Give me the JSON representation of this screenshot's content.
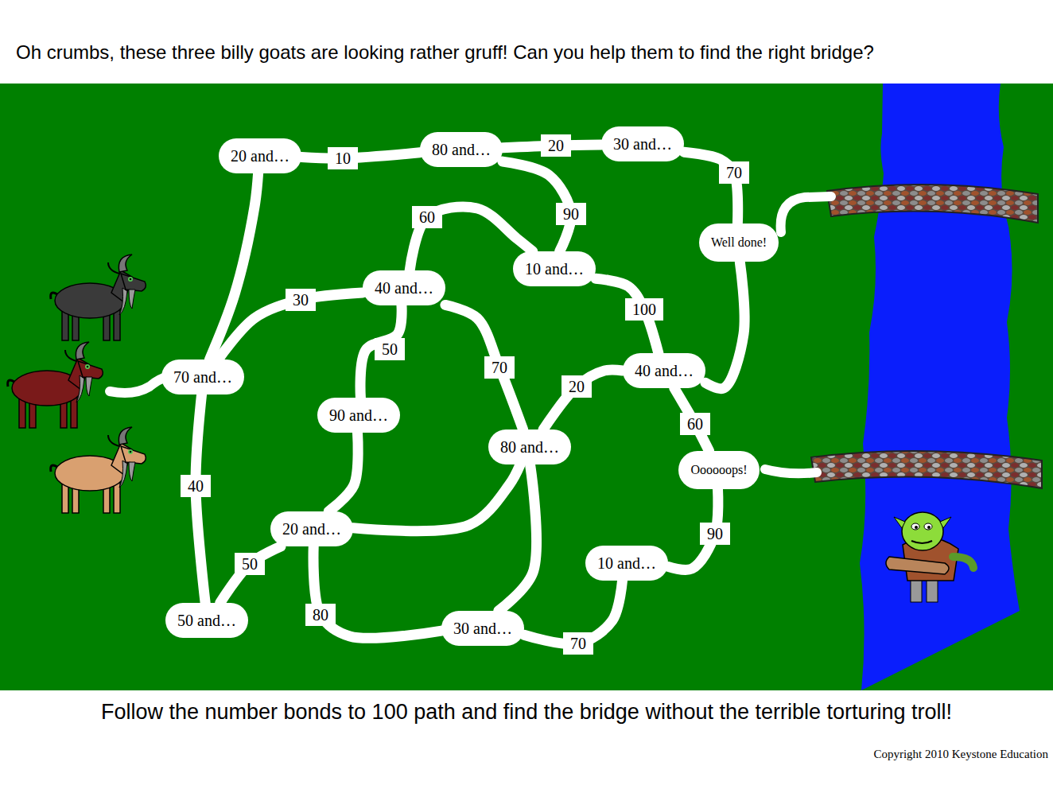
{
  "diagram": {
    "title": "Oh crumbs, these three billy goats are looking rather gruff!  Can you help them to find the right bridge?",
    "caption": "Follow the number bonds to 100 path and find the bridge without the terrible torturing troll!",
    "nodes": [
      {
        "text": [
          "20 and…"
        ]
      },
      {
        "text": [
          "80 and…"
        ]
      },
      {
        "text": [
          "30 and…"
        ]
      },
      {
        "text": [
          "Well done!"
        ]
      },
      {
        "text": [
          "10 and…"
        ]
      },
      {
        "text": [
          "40 and…"
        ]
      },
      {
        "text": [
          "40 and…"
        ]
      },
      {
        "text": [
          "70 and…"
        ]
      },
      {
        "text": [
          "90 and…"
        ]
      },
      {
        "text": [
          "80 and…"
        ]
      },
      {
        "text": [
          "Oooooops!"
        ]
      },
      {
        "text": [
          "20 and…"
        ]
      },
      {
        "text": [
          "10 and…"
        ]
      },
      {
        "text": [
          "50 and…"
        ]
      },
      {
        "text": [
          "30 and…"
        ]
      }
    ],
    "edges": [
      {
        "from": 0,
        "to": 1,
        "arrow": "none",
        "label": "10"
      },
      {
        "from": 1,
        "to": 2,
        "arrow": "none",
        "label": "20"
      },
      {
        "from": 2,
        "to": 3,
        "arrow": "none",
        "label": "70"
      },
      {
        "from": 1,
        "to": 4,
        "arrow": "none",
        "label": "90"
      },
      {
        "from": 5,
        "to": 4,
        "arrow": "none",
        "label": "60"
      },
      {
        "from": 4,
        "to": 6,
        "arrow": "none",
        "label": "100"
      },
      {
        "from": 6,
        "to": 3,
        "arrow": "none"
      },
      {
        "from": 6,
        "to": 10,
        "arrow": "none",
        "label": "60"
      },
      {
        "from": 7,
        "to": 5,
        "arrow": "none",
        "label": "30"
      },
      {
        "from": 7,
        "to": 13,
        "arrow": "none",
        "label": "40"
      },
      {
        "from": 7,
        "to": 0,
        "arrow": "none"
      },
      {
        "from": 5,
        "to": 8,
        "arrow": "none",
        "label": "50"
      },
      {
        "from": 5,
        "to": 9,
        "arrow": "none",
        "label": "70"
      },
      {
        "from": 9,
        "to": 6,
        "arrow": "none",
        "label": "20"
      },
      {
        "from": 8,
        "to": 11,
        "arrow": "none"
      },
      {
        "from": 11,
        "to": 13,
        "arrow": "none",
        "label": "50"
      },
      {
        "from": 11,
        "to": 9,
        "arrow": "none"
      },
      {
        "from": 11,
        "to": 14,
        "arrow": "none",
        "label": "80"
      },
      {
        "from": 14,
        "to": 9,
        "arrow": "none"
      },
      {
        "from": 14,
        "to": 12,
        "arrow": "none",
        "label": "70"
      },
      {
        "from": 12,
        "to": 10,
        "arrow": "none",
        "label": "90"
      }
    ],
    "labels": [
      "Copyright 2010 Keystone Education"
    ]
  }
}
